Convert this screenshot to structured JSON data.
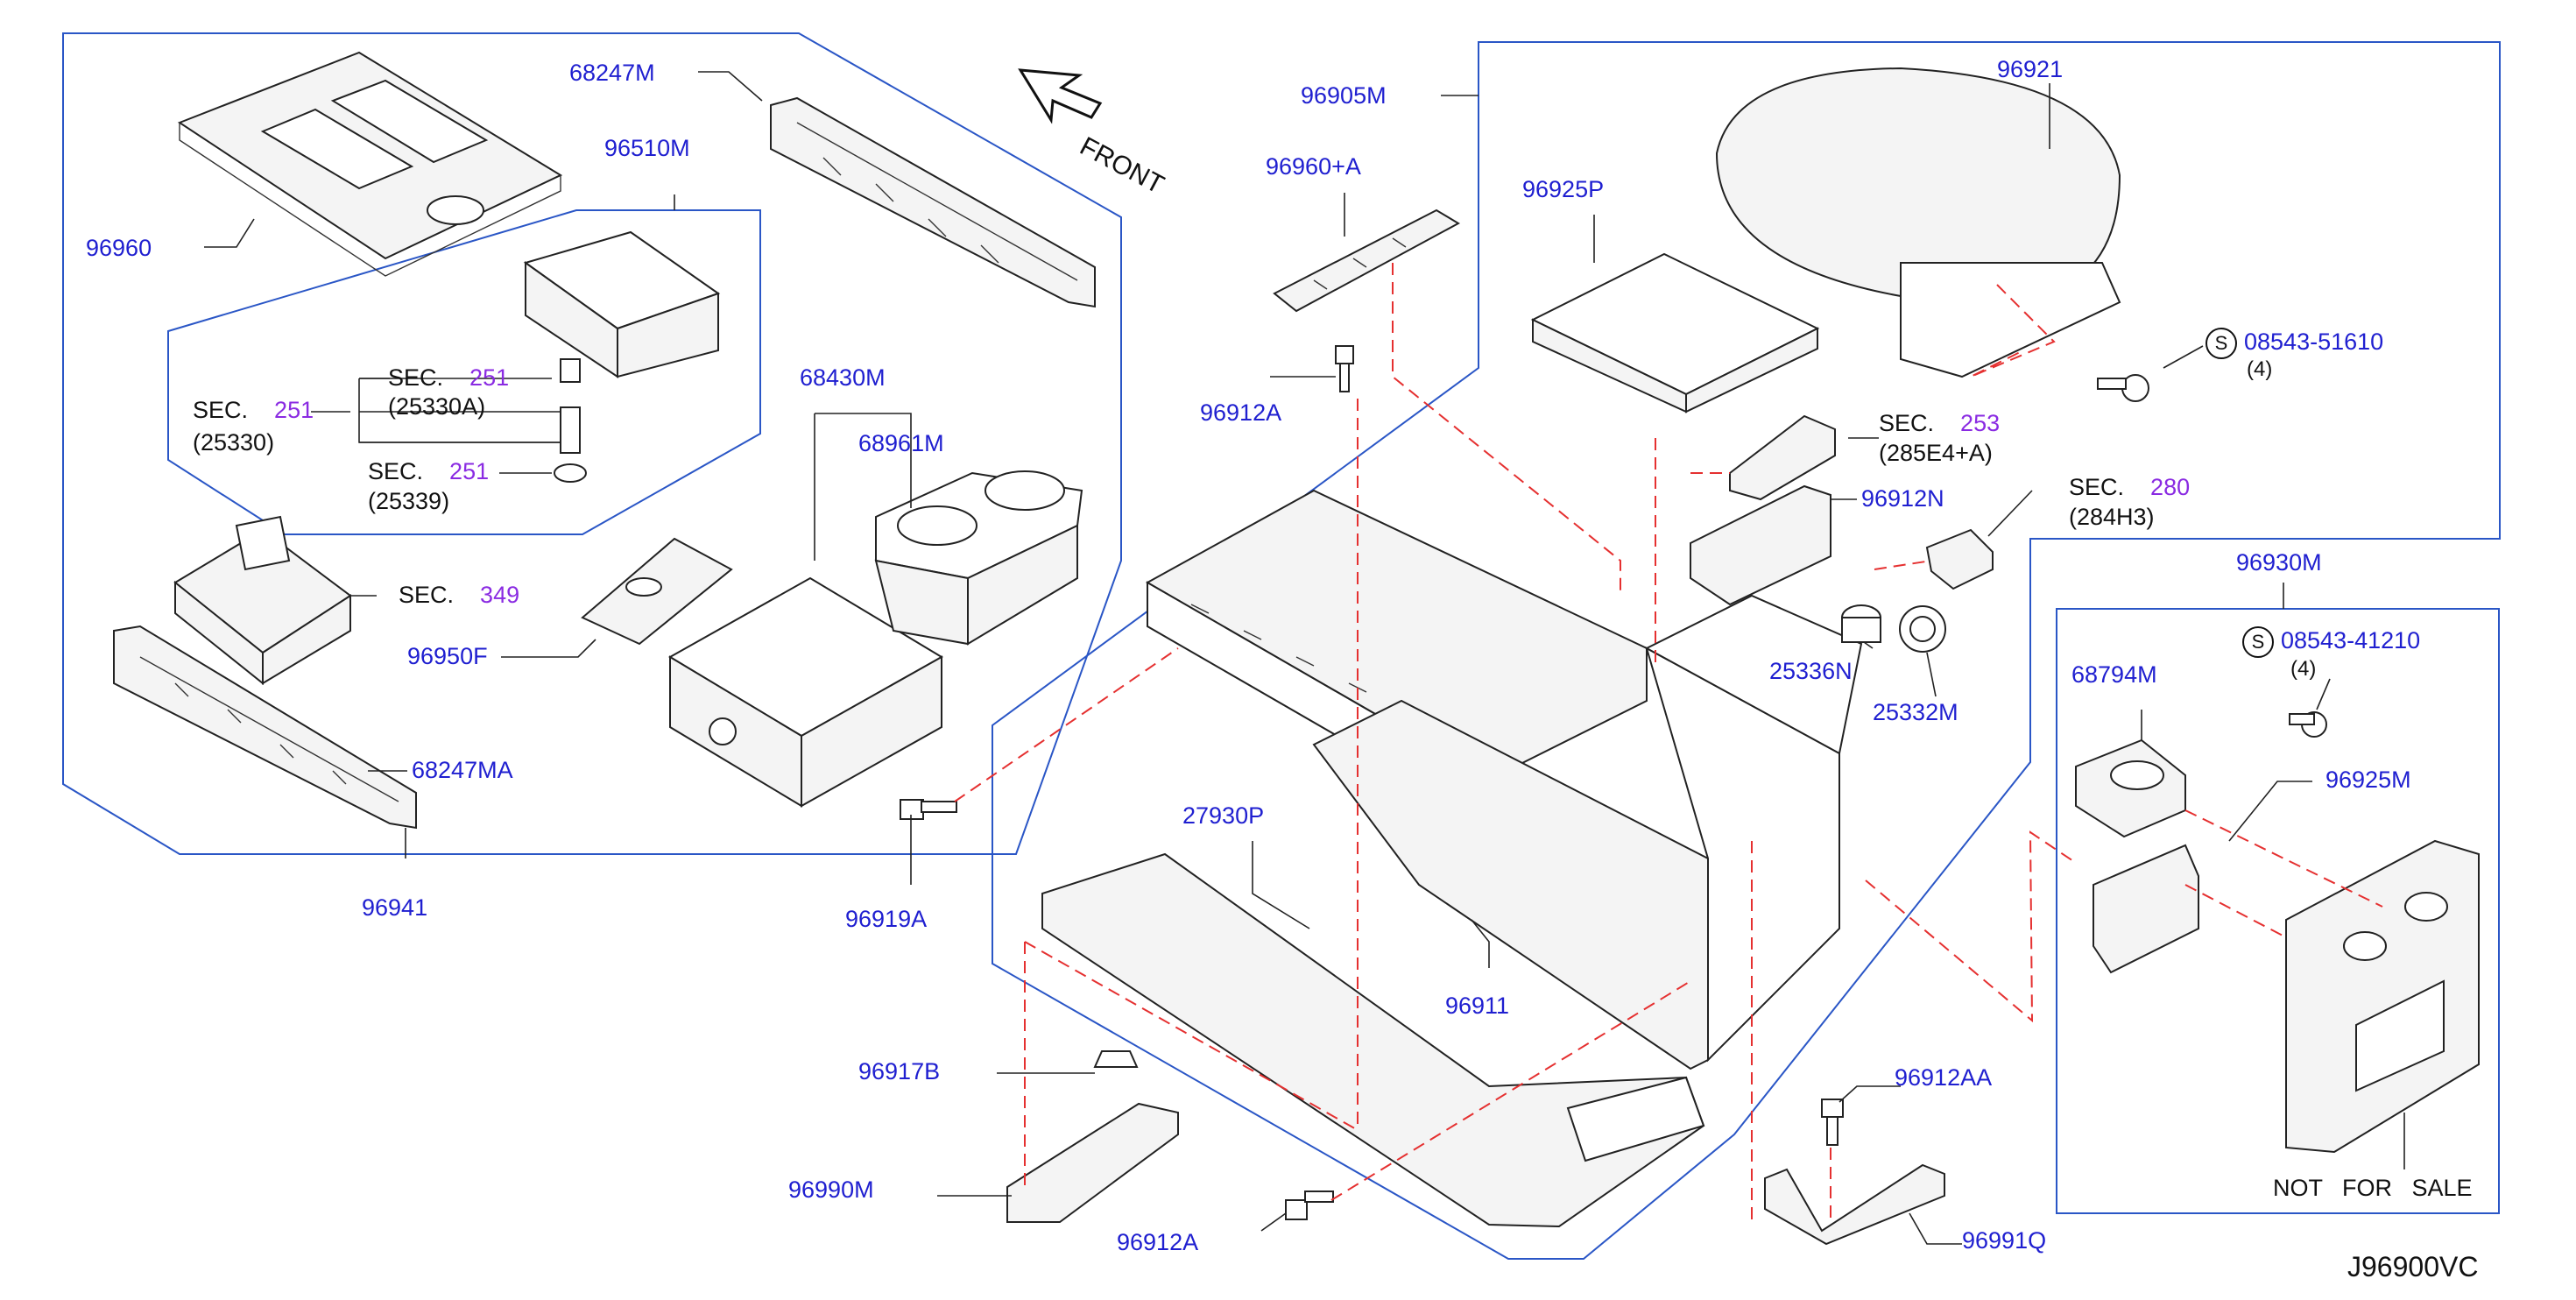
{
  "diagram_code": "J96900VC",
  "front_label": "FRONT",
  "not_for_sale": "NOT   FOR   SALE",
  "parts": {
    "p96960": "96960",
    "p68247M": "68247M",
    "p96510M": "96510M",
    "sec251_a": "SEC.",
    "sec251_a_num": "251",
    "sec251_a_ref": "(25330A)",
    "sec251_b": "SEC.",
    "sec251_b_num": "251",
    "sec251_b_ref": "(25330)",
    "sec251_c": "SEC.",
    "sec251_c_num": "251",
    "sec251_c_ref": "(25339)",
    "sec349": "SEC.",
    "sec349_num": "349",
    "p96950F": "96950F",
    "p68247MA": "68247MA",
    "p96941": "96941",
    "p68430M": "68430M",
    "p68961M": "68961M",
    "p96905M": "96905M",
    "p96960A": "96960+A",
    "p96912A_top": "96912A",
    "p96919A": "96919A",
    "p27930P": "27930P",
    "p96911": "96911",
    "p96917B": "96917B",
    "p96990M": "96990M",
    "p96912A_bot": "96912A",
    "p96912AA": "96912AA",
    "p96991Q": "96991Q",
    "p96921": "96921",
    "p96925P": "96925P",
    "s_08543_51610": "08543-51610",
    "s_08543_51610_qty": "(4)",
    "s_symbol": "S",
    "sec253": "SEC.",
    "sec253_num": "253",
    "sec253_ref": "(285E4+A)",
    "p96912N": "96912N",
    "sec280": "SEC.",
    "sec280_num": "280",
    "sec280_ref": "(284H3)",
    "p25336N": "25336N",
    "p25332M": "25332M",
    "p96930M": "96930M",
    "s_08543_41210": "08543-41210",
    "s_08543_41210_qty": "(4)",
    "p68794M": "68794M",
    "p96925M": "96925M"
  },
  "colors": {
    "part_number": "#1f1fd0",
    "section_number": "#8a2be2",
    "boundary": "#2a56c6",
    "dashed_leader": "#e53030",
    "line_art": "#222222"
  }
}
